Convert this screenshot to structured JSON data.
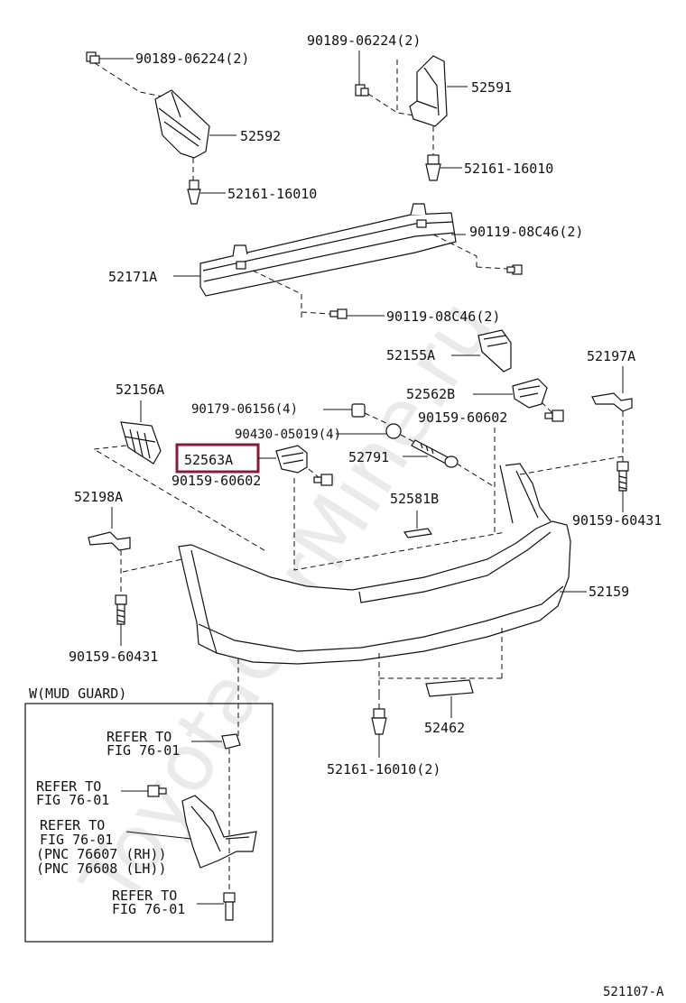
{
  "watermark": "ToyotaCarMine.ru",
  "figure_code": "521107-A",
  "labels": {
    "bolt_top_left": "90189-06224(2)",
    "bolt_top_right": "90189-06224(2)",
    "bracket_left": "52592",
    "bracket_right": "52591",
    "clip_left": "52161-16010",
    "clip_right": "52161-16010",
    "reinforcement": "52171A",
    "bolt_reinf_upper": "90119-08C46(2)",
    "bolt_reinf_lower": "90119-08C46(2)",
    "retainer_55a": "52155A",
    "retainer_97a": "52197A",
    "retainer_56a": "52156A",
    "retainer_62b": "52562B",
    "nut_90179": "90179-06156(4)",
    "washer_90430": "90430-05019(4)",
    "screw_90159_right": "90159-60602",
    "part_63a": "52563A",
    "bolt_52791": "52791",
    "screw_90159_left": "90159-60602",
    "retainer_98a": "52198A",
    "pad_81b": "52581B",
    "bolt_60431_right": "90159-60431",
    "cover": "52159",
    "bolt_60431_left": "90159-60431",
    "pad_462": "52462",
    "clip_bottom": "52161-16010(2)"
  },
  "mud_guard": {
    "title": "W(MUD GUARD)",
    "refer_1_a": "REFER TO",
    "refer_1_b": "FIG 76-01",
    "refer_2_a": "REFER TO",
    "refer_2_b": "FIG 76-01",
    "refer_3_a": "REFER TO",
    "refer_3_b": "FIG 76-01",
    "refer_3_c": "(PNC 76607 (RH))",
    "refer_3_d": "(PNC 76608 (LH))",
    "refer_4_a": "REFER TO",
    "refer_4_b": "FIG 76-01"
  },
  "highlight": {
    "part": "52563A",
    "color": "#8b1a3a"
  }
}
